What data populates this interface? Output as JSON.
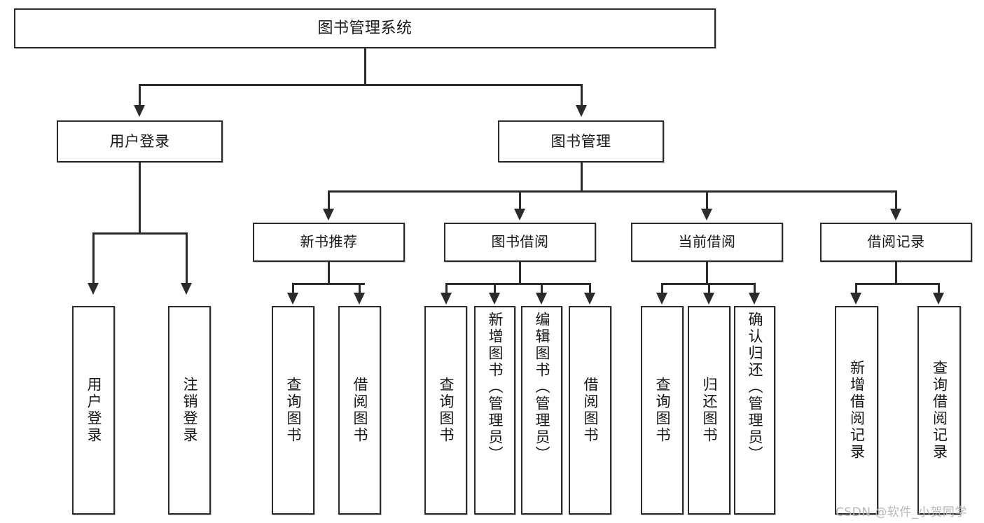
{
  "diagram": {
    "title": "图书管理系统",
    "type": "功能结构图",
    "root": {
      "label": "图书管理系统"
    },
    "level1": [
      {
        "id": "user-login",
        "label": "用户登录"
      },
      {
        "id": "book-management",
        "label": "图书管理"
      }
    ],
    "level2": [
      {
        "id": "new-book-recommend",
        "label": "新书推荐",
        "parent": "book-management"
      },
      {
        "id": "book-borrow",
        "label": "图书借阅",
        "parent": "book-management"
      },
      {
        "id": "current-borrow",
        "label": "当前借阅",
        "parent": "book-management"
      },
      {
        "id": "borrow-record",
        "label": "借阅记录",
        "parent": "book-management"
      }
    ],
    "leaves": {
      "user-login": [
        {
          "id": "leaf-user-login",
          "label": "用户登录"
        },
        {
          "id": "leaf-logout",
          "label": "注销登录"
        }
      ],
      "new-book-recommend": [
        {
          "id": "leaf-query-book-1",
          "label": "查询图书"
        },
        {
          "id": "leaf-borrow-book-1",
          "label": "借阅图书"
        }
      ],
      "book-borrow": [
        {
          "id": "leaf-query-book-2",
          "label": "查询图书"
        },
        {
          "id": "leaf-add-book",
          "label": "新增图书（管理员）"
        },
        {
          "id": "leaf-edit-book",
          "label": "编辑图书（管理员）"
        },
        {
          "id": "leaf-borrow-book-2",
          "label": "借阅图书"
        }
      ],
      "current-borrow": [
        {
          "id": "leaf-query-book-3",
          "label": "查询图书"
        },
        {
          "id": "leaf-return-book",
          "label": "归还图书"
        },
        {
          "id": "leaf-confirm-return",
          "label": "确认归还（管理员）"
        }
      ],
      "borrow-record": [
        {
          "id": "leaf-add-record",
          "label": "新增借阅记录"
        },
        {
          "id": "leaf-query-record",
          "label": "查询借阅记录"
        }
      ]
    }
  },
  "watermark": {
    "text": "CSDN @软件_小贺同学"
  },
  "colors": {
    "stroke": "#2b2b2b",
    "fill": "#ffffff",
    "text": "#161616",
    "watermark": "#b9b9b9"
  }
}
